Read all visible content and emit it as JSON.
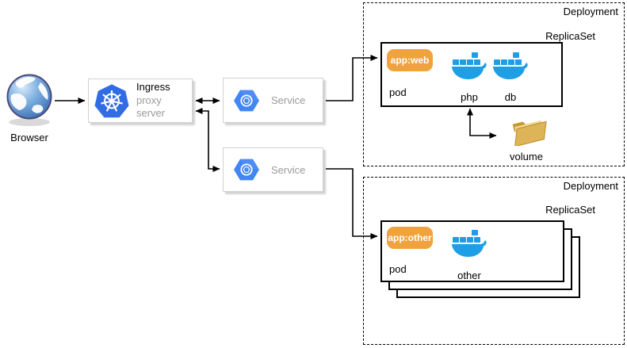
{
  "browser": {
    "label": "Browser"
  },
  "ingress": {
    "title": "Ingress",
    "subtitle": "proxy server"
  },
  "services": [
    {
      "label": "Service"
    },
    {
      "label": "Service"
    }
  ],
  "deployments": [
    {
      "label": "Deployment",
      "replicaset": "ReplicaSet",
      "pod": {
        "badge": "app:web",
        "label": "pod",
        "containers": [
          {
            "name": "php"
          },
          {
            "name": "db"
          }
        ]
      },
      "volume": {
        "label": "volume"
      }
    },
    {
      "label": "Deployment",
      "replicaset": "ReplicaSet",
      "replicas_shown": 3,
      "pod": {
        "badge": "app:other",
        "label": "pod",
        "containers": [
          {
            "name": "other"
          }
        ]
      }
    }
  ],
  "icons": {
    "browser": "globe-icon",
    "ingress": "kubernetes-wheel-icon",
    "service": "service-hexagon-icon",
    "container": "docker-whale-icon",
    "volume": "folder-icon"
  },
  "colors": {
    "kubernetes_blue": "#326CE5",
    "service_blue": "#4285F4",
    "docker_blue": "#1E9FE5",
    "badge_orange": "#F0A33C",
    "folder_gold": "#D9AE4C",
    "muted_text": "#9A9A9A",
    "line": "#000000"
  }
}
